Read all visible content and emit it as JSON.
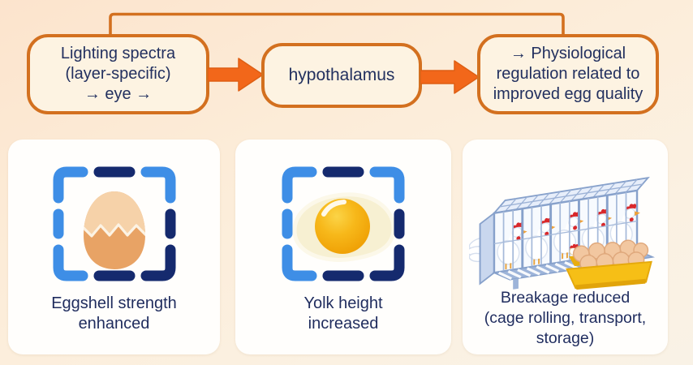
{
  "flowchart": {
    "boxes": [
      {
        "id": "lighting",
        "label": "Lighting spectra\n(layer-specific)\n→ eye →"
      },
      {
        "id": "hypothalamus",
        "label": "hypothalamus"
      },
      {
        "id": "outcome",
        "label": "→ Physiological\nregulation related to\nimproved egg quality"
      }
    ],
    "arrows": [
      "arrow-right",
      "arrow-right"
    ],
    "feedback_line": "loop-from-lighting-box-to-outcome-box"
  },
  "cards": [
    {
      "icon": "cracked-egg-in-focus-frame",
      "caption": "Eggshell strength\nenhanced"
    },
    {
      "icon": "fried-egg-in-focus-frame",
      "caption": "Yolk height\nincreased"
    },
    {
      "icon": "hens-in-battery-cage-with-egg-tray",
      "caption": "Breakage reduced\n(cage rolling, transport,\nstorage)"
    }
  ],
  "colors": {
    "background_top": "#fce4cd",
    "background_bottom": "#f9f2e6",
    "flow_border_orange": "#d3701f",
    "arrow_orange": "#f2671a",
    "flow_box_fill": "#fdf3e2",
    "text_navy": "#1f2c5e",
    "card_background": "#fffefc",
    "frame_light_blue": "#3e8ee6",
    "frame_navy": "#152a6e",
    "egg_shell_light": "#f6d2a9",
    "egg_shell_dark": "#e8a365",
    "yolk_yellow": "#f7b81a",
    "cage_steel_blue": "#87a1cb",
    "tray_yellow": "#f6bf16"
  }
}
